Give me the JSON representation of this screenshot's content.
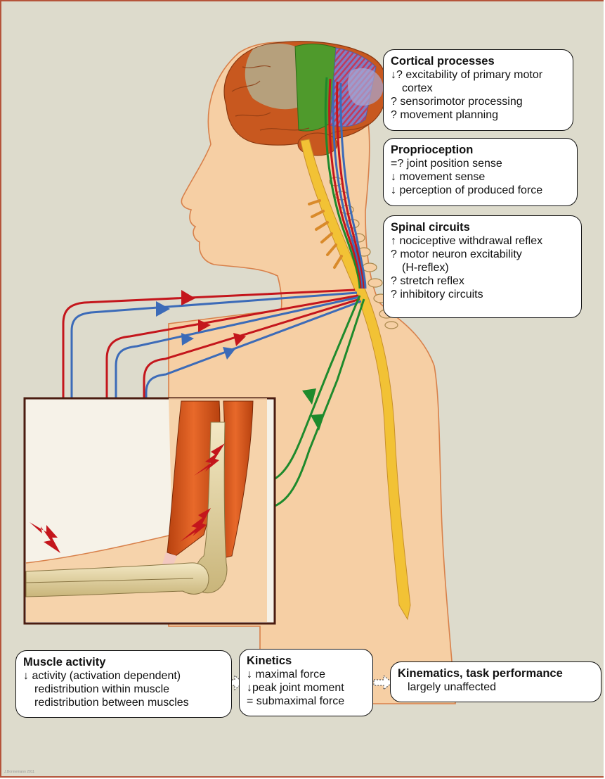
{
  "boxes": {
    "cortical": {
      "title": "Cortical processes",
      "lines": [
        "↓? excitability of primary motor",
        "cortex",
        "? sensorimotor processing",
        "? movement planning"
      ]
    },
    "proprioception": {
      "title": "Proprioception",
      "lines": [
        "=? joint position sense",
        "↓ movement sense",
        "↓ perception of produced force"
      ]
    },
    "spinal": {
      "title": "Spinal circuits",
      "lines": [
        "↑ nociceptive withdrawal reflex",
        "? motor neuron excitability",
        "(H-reflex)",
        "? stretch reflex",
        "? inhibitory circuits"
      ]
    },
    "muscle": {
      "title": "Muscle activity",
      "lines": [
        "↓ activity (activation dependent)",
        "redistribution within muscle",
        "redistribution between muscles"
      ]
    },
    "kinetics": {
      "title": "Kinetics",
      "lines": [
        "↓ maximal force",
        "↓peak joint moment",
        "= submaximal force"
      ]
    },
    "kinematics": {
      "title": "Kinematics, task performance",
      "lines": [
        "largely unaffected"
      ]
    }
  },
  "credit": "J.Bonnemann 2011",
  "colors": {
    "background": "#dddbcc",
    "skin": "#f6cfa4",
    "skin_outline": "#d8804a",
    "brain": "#c8581f",
    "motor_cortex": "#4f9a2c",
    "sensory_cortex": "#7f7fc4",
    "red_pathway": "#c4161c",
    "blue_pathway": "#3c6bb8",
    "green_pathway": "#1e8a2c",
    "spinal_cord": "#f2c235",
    "muscle": "#d9561e",
    "bone": "#e7d7a2",
    "inset_border": "#4a1c10"
  }
}
